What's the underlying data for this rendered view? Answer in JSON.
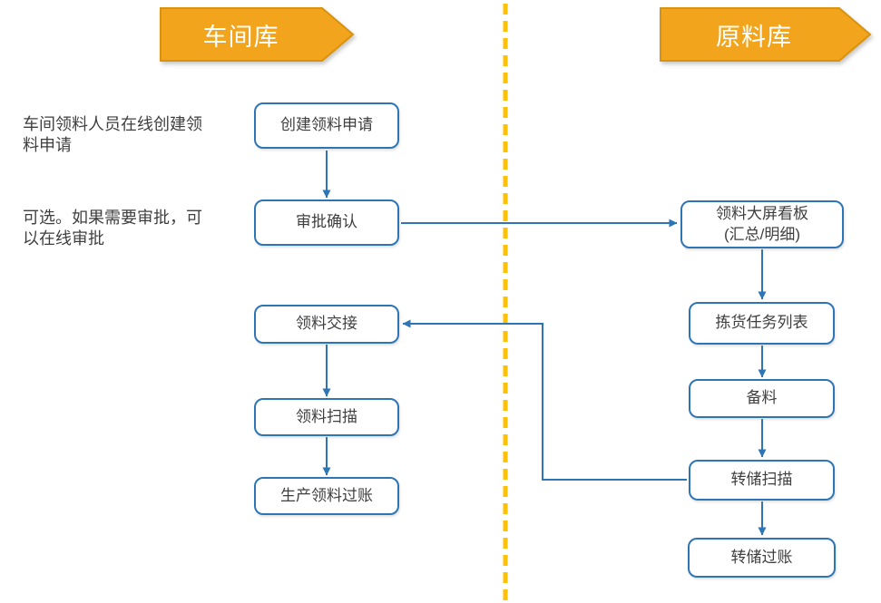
{
  "lanes": {
    "left": {
      "title": "车间库"
    },
    "right": {
      "title": "原料库"
    }
  },
  "annotations": [
    {
      "text": "车间领料人员在线创建领\n料申请"
    },
    {
      "text": "可选。如果需要审批，可\n以在线审批"
    }
  ],
  "nodes": {
    "create_request": {
      "label": "创建领料申请"
    },
    "approval_confirm": {
      "label": "审批确认"
    },
    "material_handover": {
      "label": "领料交接"
    },
    "material_scan": {
      "label": "领料扫描"
    },
    "production_posting": {
      "label": "生产领料过账"
    },
    "dashboard": {
      "label": "领料大屏看板\n(汇总/明细)"
    },
    "picking_tasks": {
      "label": "拣货任务列表"
    },
    "prepare_material": {
      "label": "备料"
    },
    "transfer_scan": {
      "label": "转储扫描"
    },
    "transfer_posting": {
      "label": "转储过账"
    }
  },
  "colors": {
    "accent_blue": "#2E75B6",
    "banner_fill": "#F2A41C",
    "banner_border": "#D9920E",
    "divider_yellow": "#FFC000",
    "text_dark": "#3F3F3F"
  }
}
